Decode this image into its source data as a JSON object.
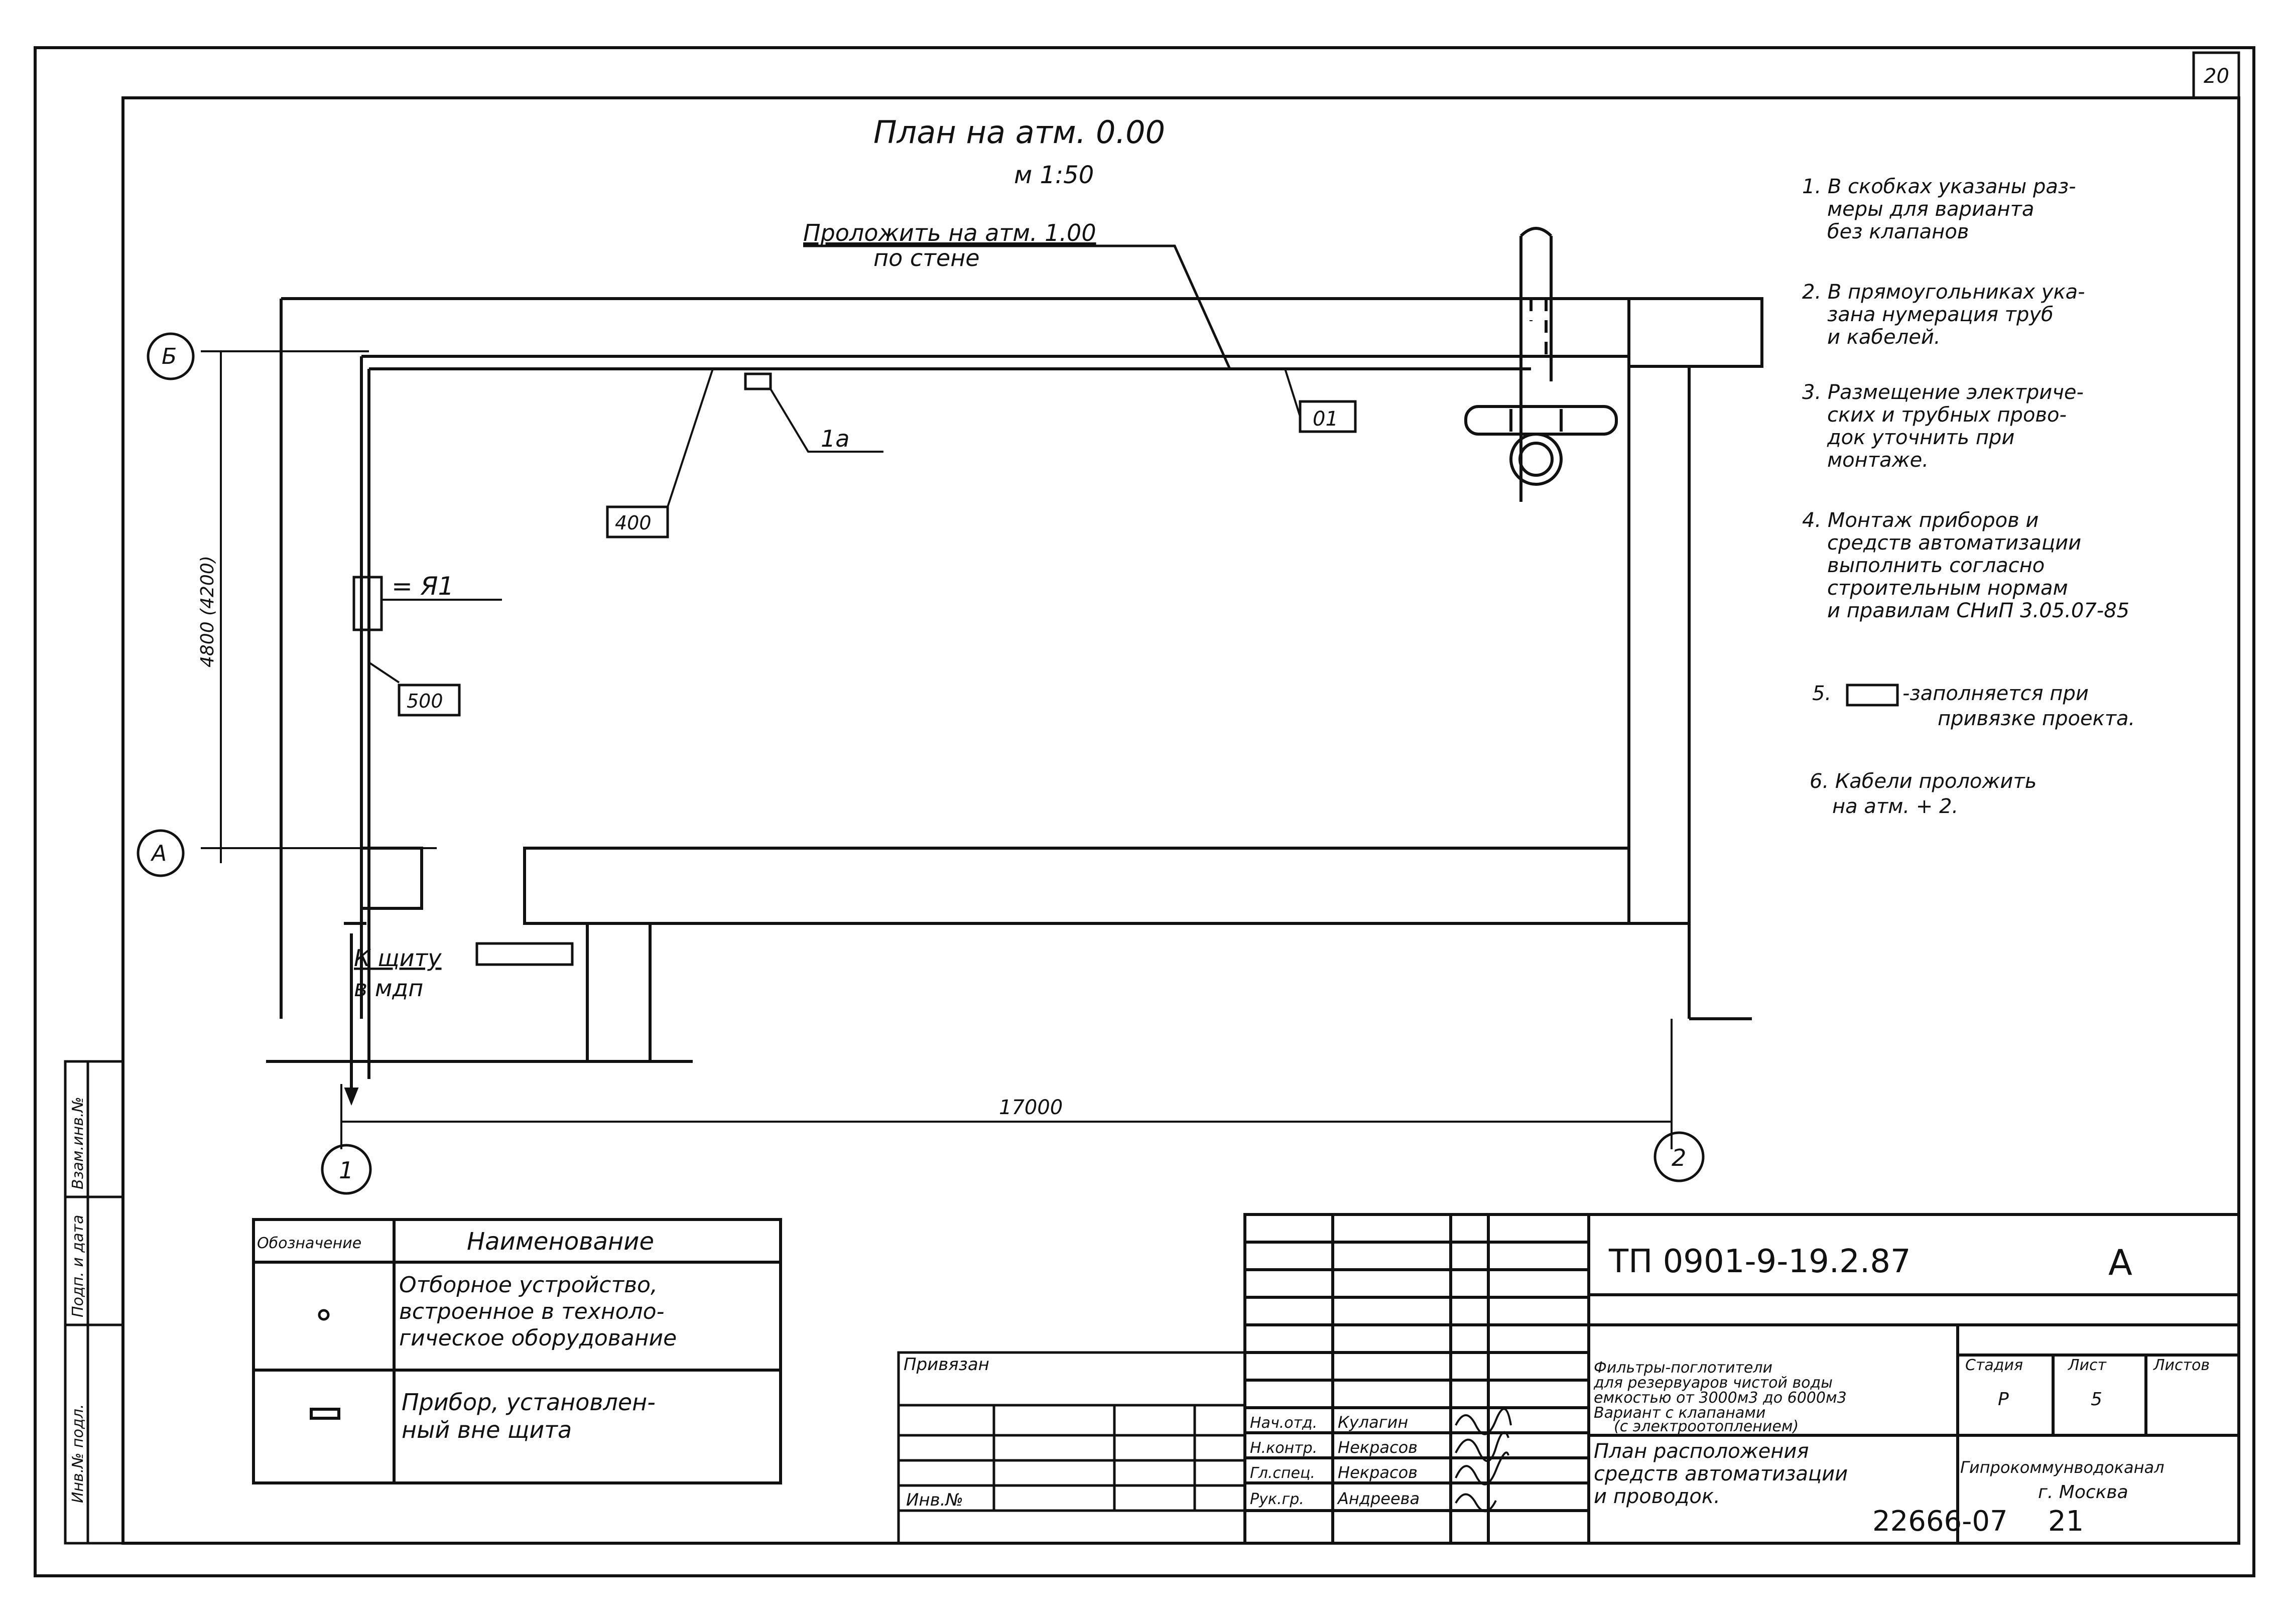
{
  "sheet": {
    "page_number": "20",
    "bottom_code": "22666-07",
    "bottom_page": "21"
  },
  "plan": {
    "title": "План на атм. 0.00",
    "scale": "м 1:50",
    "route_label_line1": "Проложить на атм. 1.00",
    "route_label_line2": "по стене",
    "to_panel_line1": "К щиту",
    "to_panel_line2": "в мдп",
    "device_label": "= Я1",
    "vertical_dimension": "4800 (4200)",
    "horizontal_dimension": "17000"
  },
  "axes": [
    {
      "label": "Б"
    },
    {
      "label": "А"
    },
    {
      "label": "1"
    },
    {
      "label": "2"
    }
  ],
  "tags": {
    "tag_01": "01",
    "tag_400": "400",
    "tag_500": "500",
    "tag_1a": "1а"
  },
  "notes": [
    "1. В скобках указаны размеры для варианта без клапанов",
    "2. В прямоугольниках указана нумерация труб и кабелей.",
    "3. Размещение электрических и трубных проводок уточнить при монтаже.",
    "4. Монтаж приборов и средств автоматизации выполнить согласно строительным нормам и правилам СНиП 3.05.07-85",
    "5. [ ] -заполняется при привязке проекта.",
    "6. Кабели проложить на атм. + 2."
  ],
  "legend": {
    "header_designation": "Обозначение",
    "header_name": "Наименование",
    "rows": [
      {
        "symbol": "circle",
        "text_line1": "Отборное устройство,",
        "text_line2": "встроенное в техноло-",
        "text_line3": "гическое оборудование"
      },
      {
        "symbol": "rectangle",
        "text_line1": "Прибор, установлен-",
        "text_line2": "ный вне щита",
        "text_line3": ""
      }
    ]
  },
  "side_stamp": {
    "inv_podl": "Инв.№ подл.",
    "podp_data": "Подп. и дата",
    "vzam_inv": "Взам.инв.№"
  },
  "binding_block": {
    "privyazan": "Привязан",
    "inv_n": "Инв.№"
  },
  "title_block": {
    "doc_code": "ТП 0901-9-19.2.87",
    "album": "A",
    "description_line1": "Фильтры-поглотители",
    "description_line2": "для резервуаров чистой воды",
    "description_line3": "емкостью от 3000м3 до 6000м3",
    "description_line4": "Вариант с клапанами",
    "description_line5": "(с электроотоплением)",
    "sheet_title_line1": "План расположения",
    "sheet_title_line2": "средств автоматизации",
    "sheet_title_line3": "и проводок.",
    "stage_header": "Стадия",
    "sheet_header": "Лист",
    "sheets_header": "Листов",
    "stage": "Р",
    "sheet": "5",
    "sheets": "",
    "organization_line1": "Гипрокоммунводоканал",
    "organization_line2": "г. Москва",
    "signatures": [
      {
        "role": "Нач.отд.",
        "name": "Кулагин"
      },
      {
        "role": "Н.контр.",
        "name": "Некрасов"
      },
      {
        "role": "Гл.спец.",
        "name": "Некрасов"
      },
      {
        "role": "Рук.гр.",
        "name": "Андреева"
      }
    ]
  }
}
